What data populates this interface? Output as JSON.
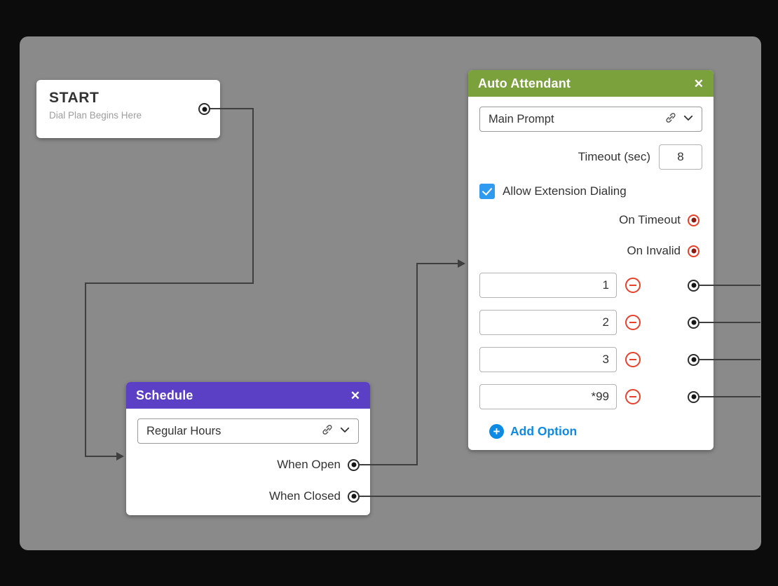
{
  "colors": {
    "canvas": "#8a8a8a",
    "schedule_header": "#5b3fc4",
    "auto_attendant_header": "#7ba13c",
    "port_red": "#e8402a",
    "accent_blue": "#0d8ae3",
    "connector": "#3f3f3f"
  },
  "icons": {
    "close": "✕",
    "link": "link-icon",
    "chevron_down": "chevron-down-icon",
    "minus": "remove-option-icon",
    "plus": "add-option-icon",
    "plus_glyph": "+"
  },
  "start": {
    "title": "START",
    "subtitle": "Dial Plan Begins Here"
  },
  "schedule": {
    "title": "Schedule",
    "dropdown": {
      "value": "Regular Hours"
    },
    "outputs": [
      {
        "label": "When Open"
      },
      {
        "label": "When Closed"
      }
    ]
  },
  "auto_attendant": {
    "title": "Auto Attendant",
    "dropdown": {
      "value": "Main Prompt"
    },
    "timeout": {
      "label": "Timeout (sec)",
      "value": "8"
    },
    "extension": {
      "label": "Allow Extension Dialing",
      "checked": true
    },
    "outputs": [
      {
        "label": "On Timeout"
      },
      {
        "label": "On Invalid"
      }
    ],
    "options": [
      {
        "value": "1"
      },
      {
        "value": "2"
      },
      {
        "value": "3"
      },
      {
        "value": "*99"
      }
    ],
    "add_option": {
      "label": "Add Option"
    }
  }
}
